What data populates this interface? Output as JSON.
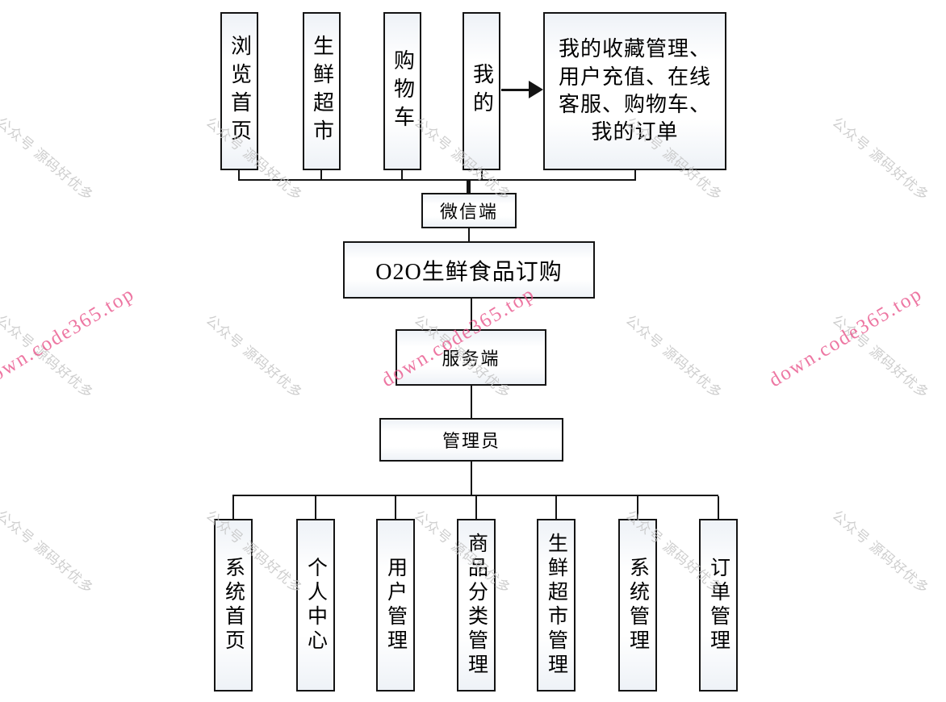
{
  "nodes": {
    "client": [
      "浏览首页",
      "生鲜超市",
      "购物车",
      "我的"
    ],
    "my_detail": "我的收藏管理、用户充值、在线客服、购物车、我的订单",
    "wechat": "微信端",
    "system": "O2O生鲜食品订购",
    "server": "服务端",
    "admin": "管理员",
    "admin_modules": [
      "系统首页",
      "个人中心",
      "用户管理",
      "商品分类管理",
      "生鲜超市管理",
      "系统管理",
      "订单管理"
    ]
  },
  "watermarks": {
    "official_account": "公众号 源码好优多",
    "site": "down.code365.top",
    "gray_color": "#c3c3c3",
    "pink_color": "#e9558b"
  },
  "colors": {
    "line": "#141414",
    "background": "#ffffff"
  }
}
